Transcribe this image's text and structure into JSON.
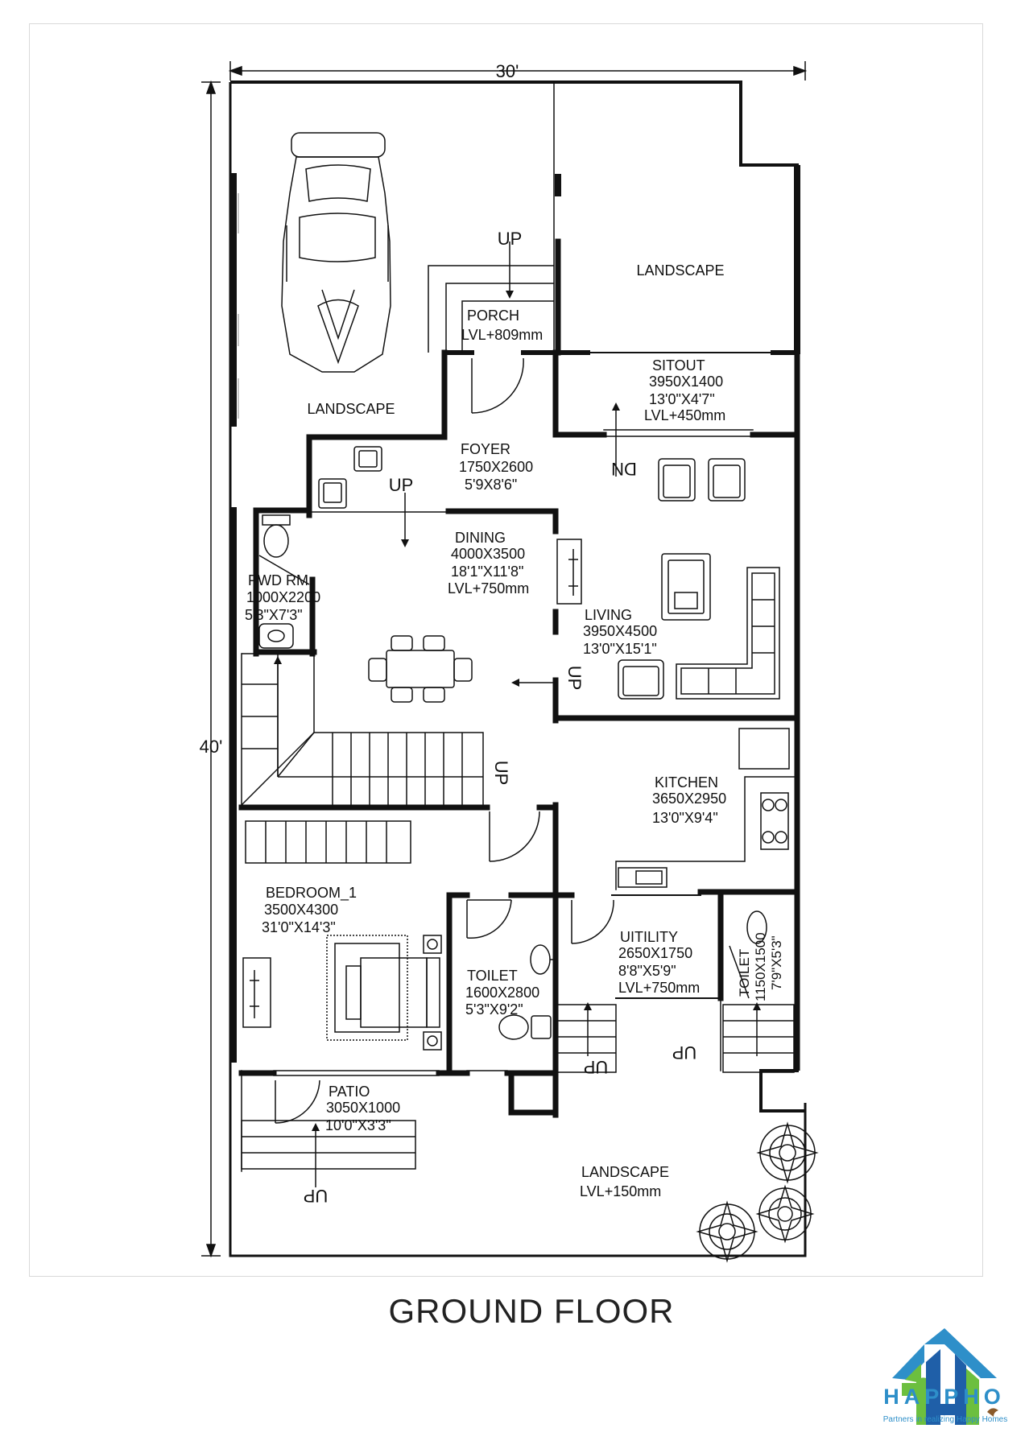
{
  "plan": {
    "width_label": "30'",
    "depth_label": "40'",
    "title": "GROUND FLOOR",
    "rooms": {
      "landscape_top_right": [
        "LANDSCAPE"
      ],
      "landscape_left": [
        "LANDSCAPE"
      ],
      "porch": [
        "PORCH",
        "LVL+809mm"
      ],
      "sitout": [
        "SITOUT",
        "3950X1400",
        "13'0\"X4'7\"",
        "LVL+450mm"
      ],
      "foyer": [
        "FOYER",
        "1750X2600",
        "5'9X8'6\""
      ],
      "dining": [
        "DINING",
        "4000X3500",
        "18'1\"X11'8\"",
        "LVL+750mm"
      ],
      "pwd_rm": [
        "PWD RM",
        "1000X2200",
        "5'3\"X7'3\""
      ],
      "living": [
        "LIVING",
        "3950X4500",
        "13'0\"X15'1\""
      ],
      "kitchen": [
        "KITCHEN",
        "3650X2950",
        "13'0\"X9'4\""
      ],
      "bedroom": [
        "BEDROOM_1",
        "3500X4300",
        "31'0\"X14'3\""
      ],
      "toilet_1": [
        "TOILET",
        "1600X2800",
        "5'3\"X9'2\""
      ],
      "utility": [
        "UITILITY",
        "2650X1750",
        "8'8\"X5'9\"",
        "LVL+750mm"
      ],
      "toilet_2": [
        "TOILET",
        "1150X1500",
        "7'9\"X5'3\""
      ],
      "patio": [
        "PATIO",
        "3050X1000",
        "10'0\"X3'3\""
      ],
      "landscape_bottom": [
        "LANDSCAPE",
        "LVL+150mm"
      ]
    },
    "stair_labels": {
      "porch_up": "UP",
      "foyer_up": "UP",
      "sitout_dn": "DN",
      "living_up": "UP",
      "stair_up": "UP",
      "utility_up": "UP",
      "toilet_up": "UP",
      "patio_up": "UP"
    }
  },
  "brand": {
    "name": "HAPPHO",
    "tagline": "Partners in realizing Happy Homes",
    "colors": {
      "blue": "#2e8fc9",
      "green": "#6cbf3f",
      "dark_blue": "#1f5fa8"
    }
  }
}
